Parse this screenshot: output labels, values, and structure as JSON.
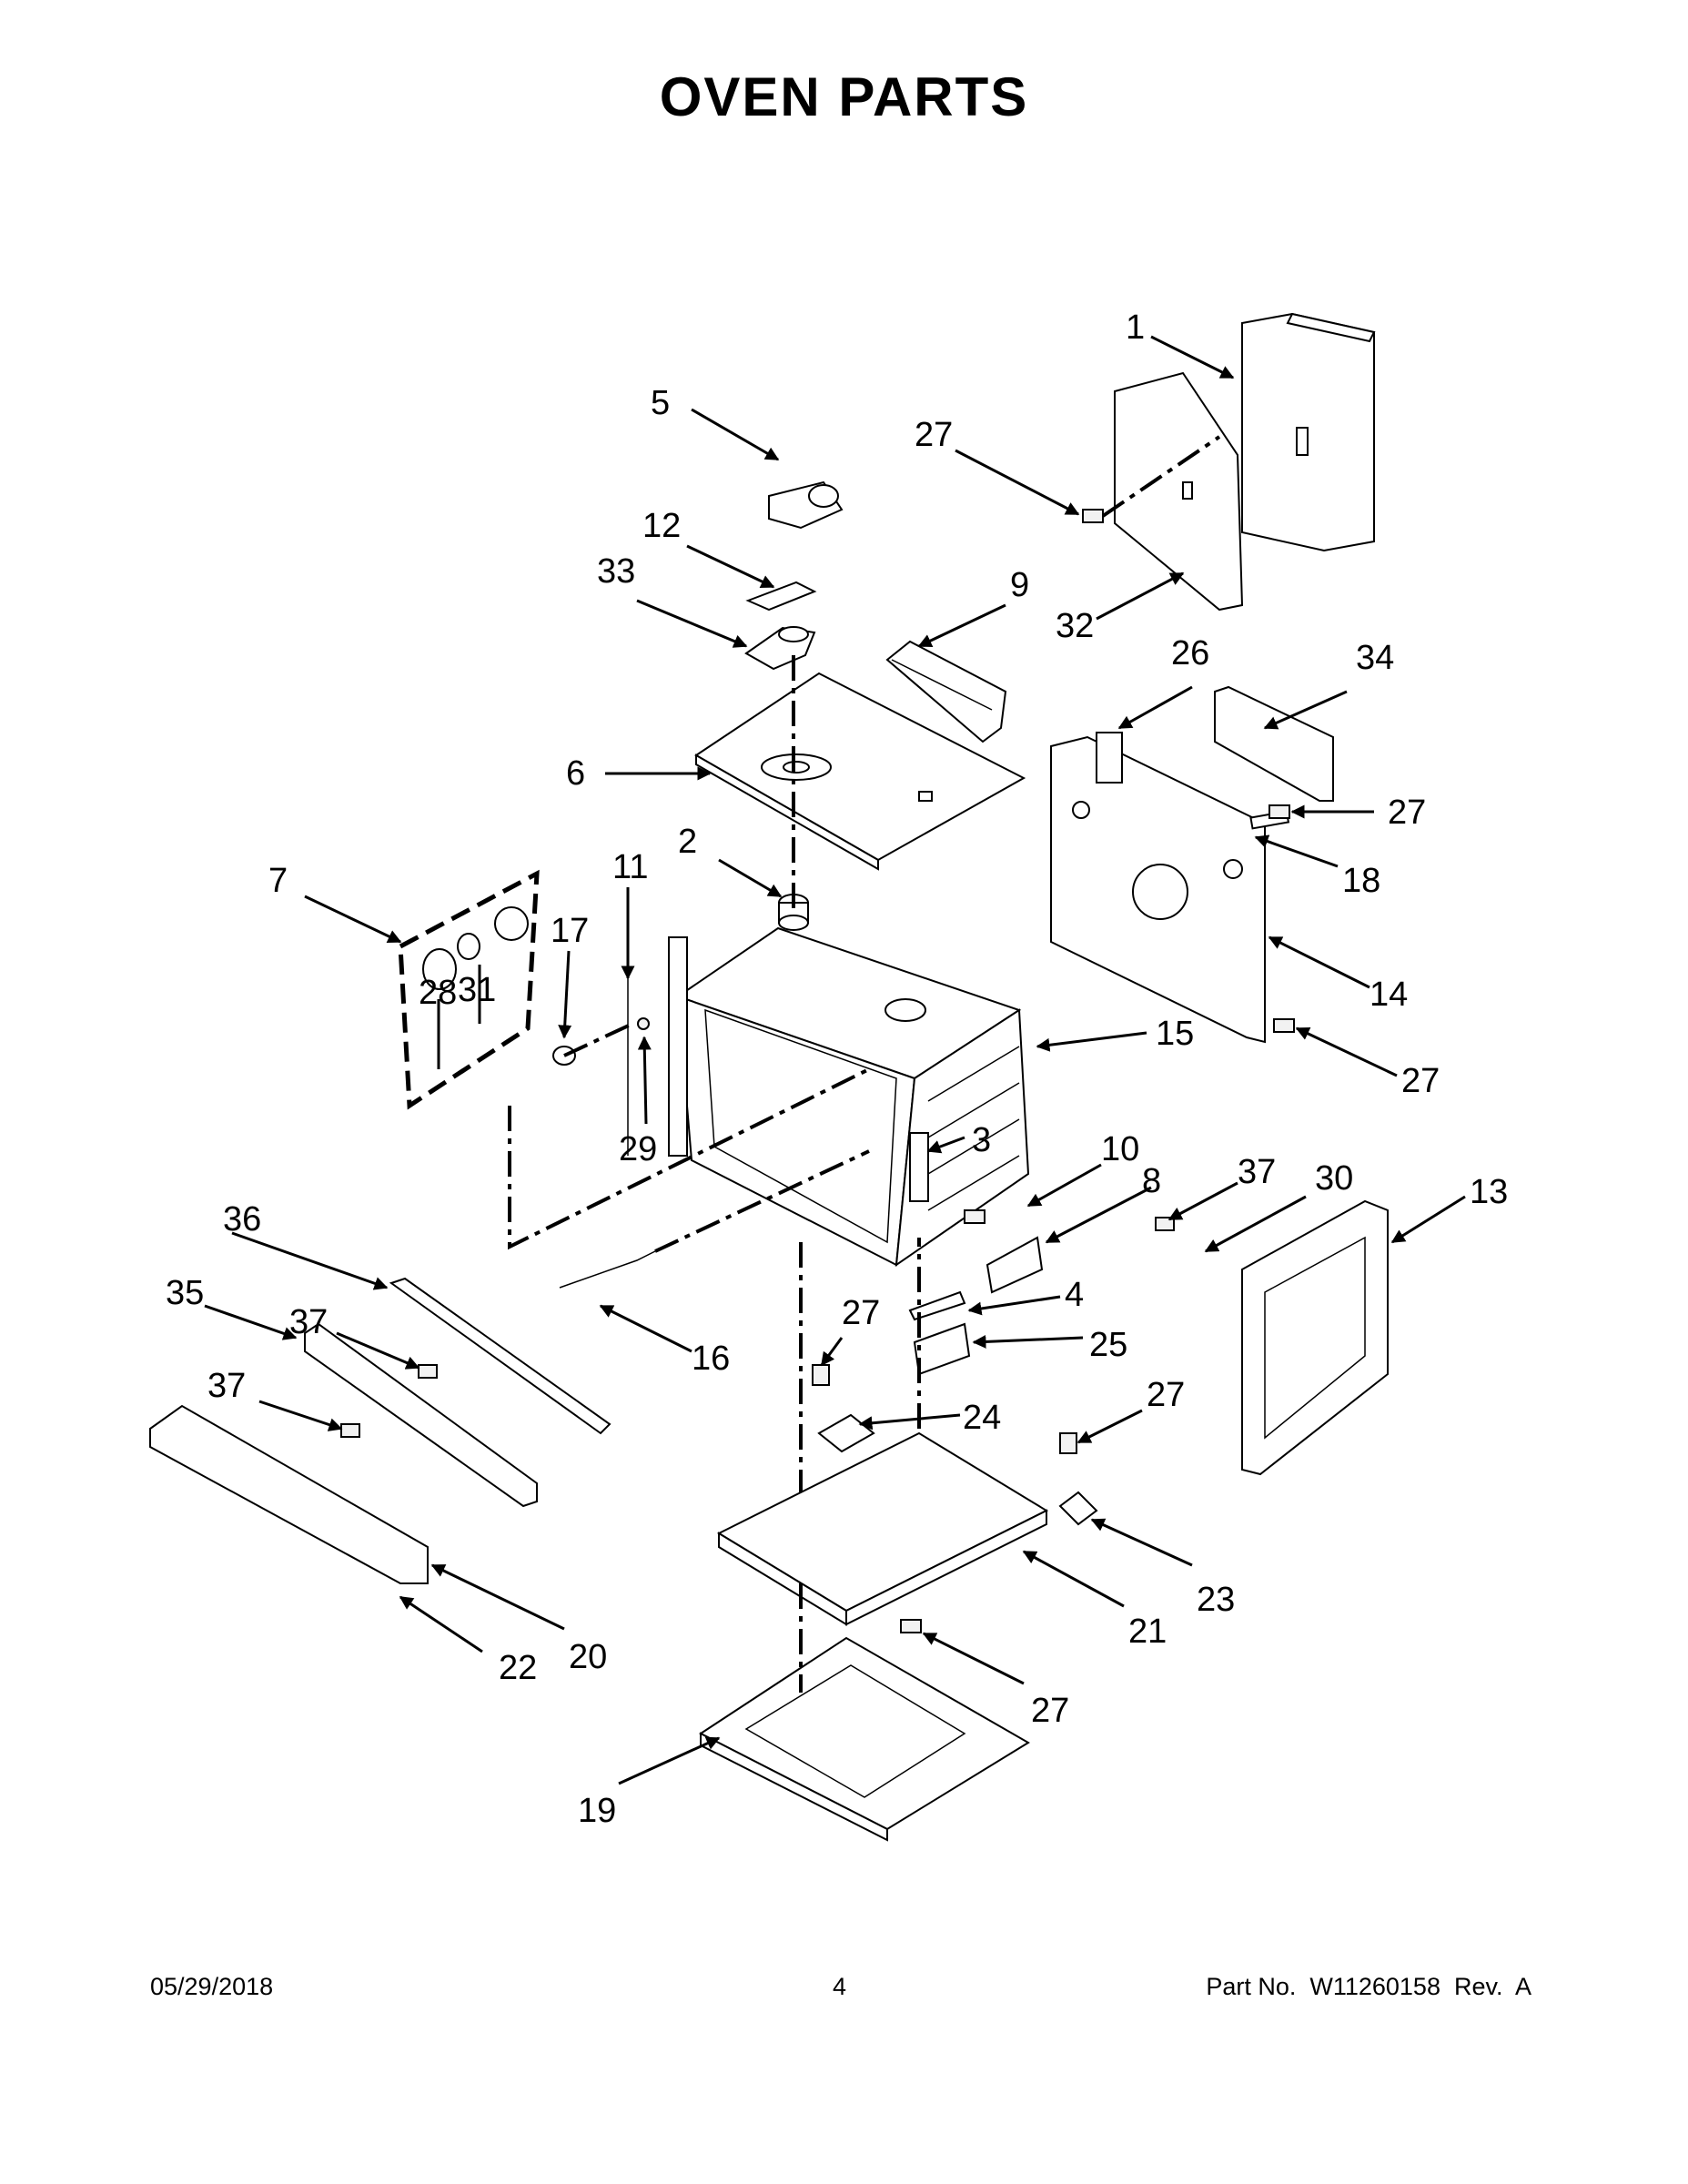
{
  "page": {
    "title": "OVEN PARTS",
    "footer": {
      "date": "05/29/2018",
      "page_number": "4",
      "part_info": "Part No.  W11260158  Rev.  A"
    }
  },
  "callouts": [
    "1",
    "2",
    "3",
    "4",
    "5",
    "6",
    "7",
    "8",
    "9",
    "10",
    "11",
    "12",
    "13",
    "14",
    "15",
    "16",
    "17",
    "18",
    "19",
    "20",
    "21",
    "22",
    "23",
    "24",
    "25",
    "26",
    "27",
    "28",
    "29",
    "30",
    "31",
    "32",
    "33",
    "34",
    "35",
    "36",
    "37"
  ]
}
